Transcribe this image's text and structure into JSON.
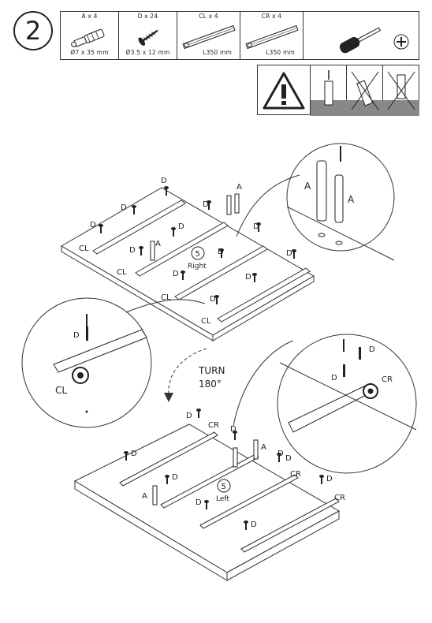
{
  "step_number": "2",
  "parts": [
    {
      "id": "A",
      "qty_label": "A x 4",
      "dim_label": "Ø7 x 35 mm",
      "icon": "cam-dowel-icon"
    },
    {
      "id": "D",
      "qty_label": "D x 24",
      "dim_label": "Ø3.5 x 12 mm",
      "icon": "screw-icon"
    },
    {
      "id": "CL",
      "qty_label": "CL x 4",
      "dim_label": "L350 mm",
      "icon": "rail-icon"
    },
    {
      "id": "CR",
      "qty_label": "CR x 4",
      "dim_label": "L350 mm",
      "icon": "rail-icon"
    }
  ],
  "tool_icon": "phillips-screwdriver-icon",
  "warning": {
    "icon": "warning-triangle-icon",
    "panels": [
      "correct-insertion-icon",
      "wrong-angle-icon",
      "wrong-depth-icon"
    ]
  },
  "labels": {
    "A": "A",
    "D": "D",
    "CL": "CL",
    "CR": "CR",
    "five": "5",
    "right": "Right",
    "left": "Left",
    "turn": "TURN",
    "turn_deg": "180°"
  }
}
